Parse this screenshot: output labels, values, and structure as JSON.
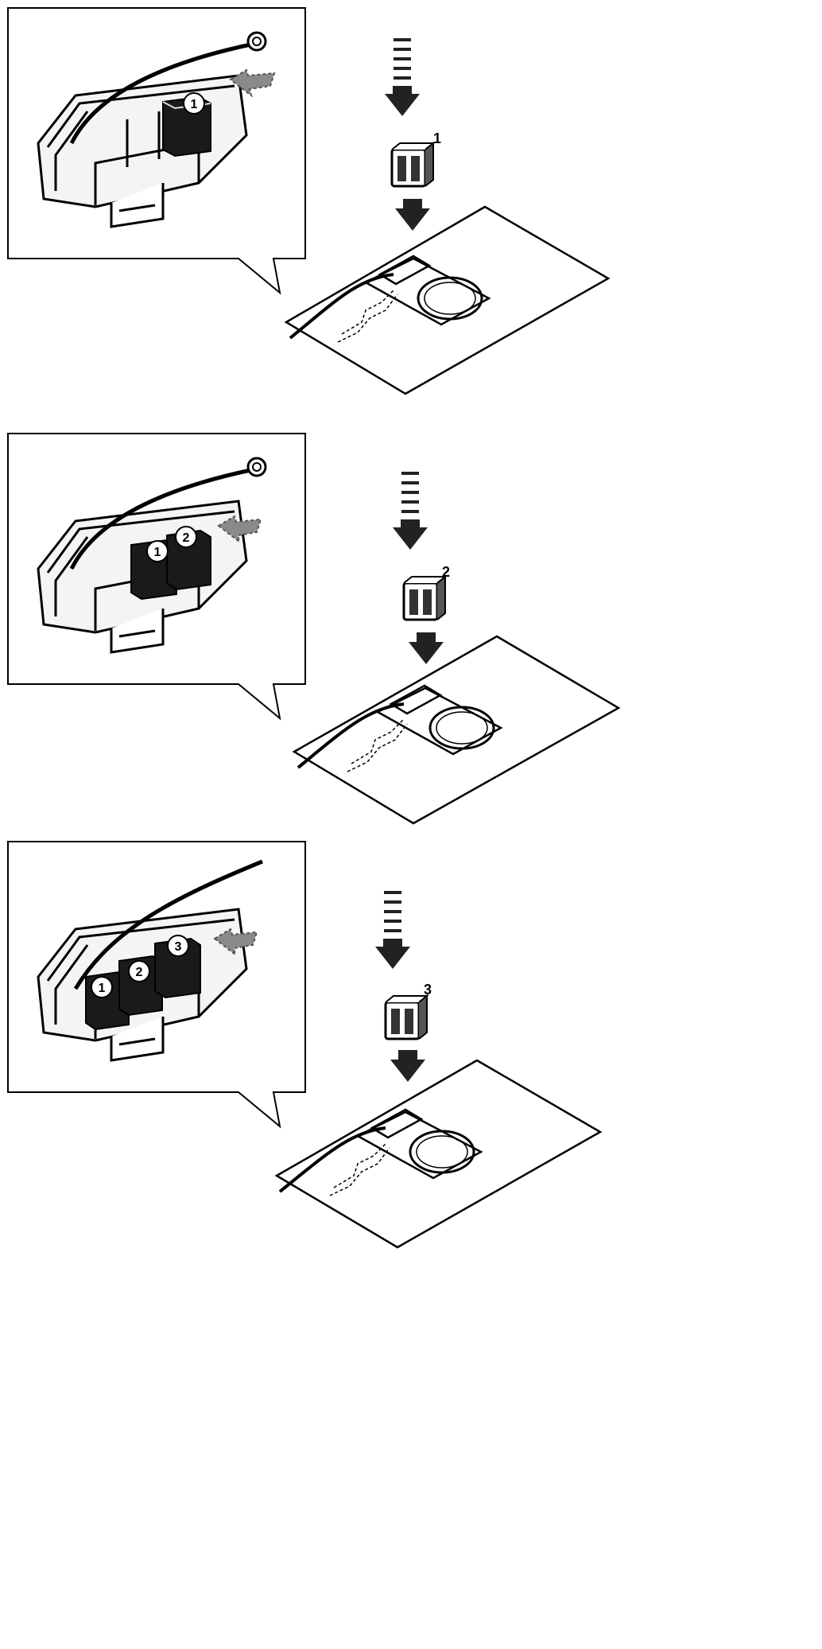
{
  "steps": [
    {
      "step_label": "1",
      "slots": [
        "1"
      ]
    },
    {
      "step_label": "2",
      "slots": [
        "1",
        "2"
      ]
    },
    {
      "step_label": "3",
      "slots": [
        "1",
        "2",
        "3"
      ]
    }
  ],
  "colors": {
    "line": "#000000",
    "cell": "#1a1a1a",
    "arrow": "#222222",
    "ghost_arrow": "#8a8a8a",
    "background": "#ffffff"
  },
  "icons": {
    "drop_arrow": "arrow-down-icon",
    "insert_arrow": "arrow-left-icon",
    "cell": "battery-cell-icon"
  }
}
